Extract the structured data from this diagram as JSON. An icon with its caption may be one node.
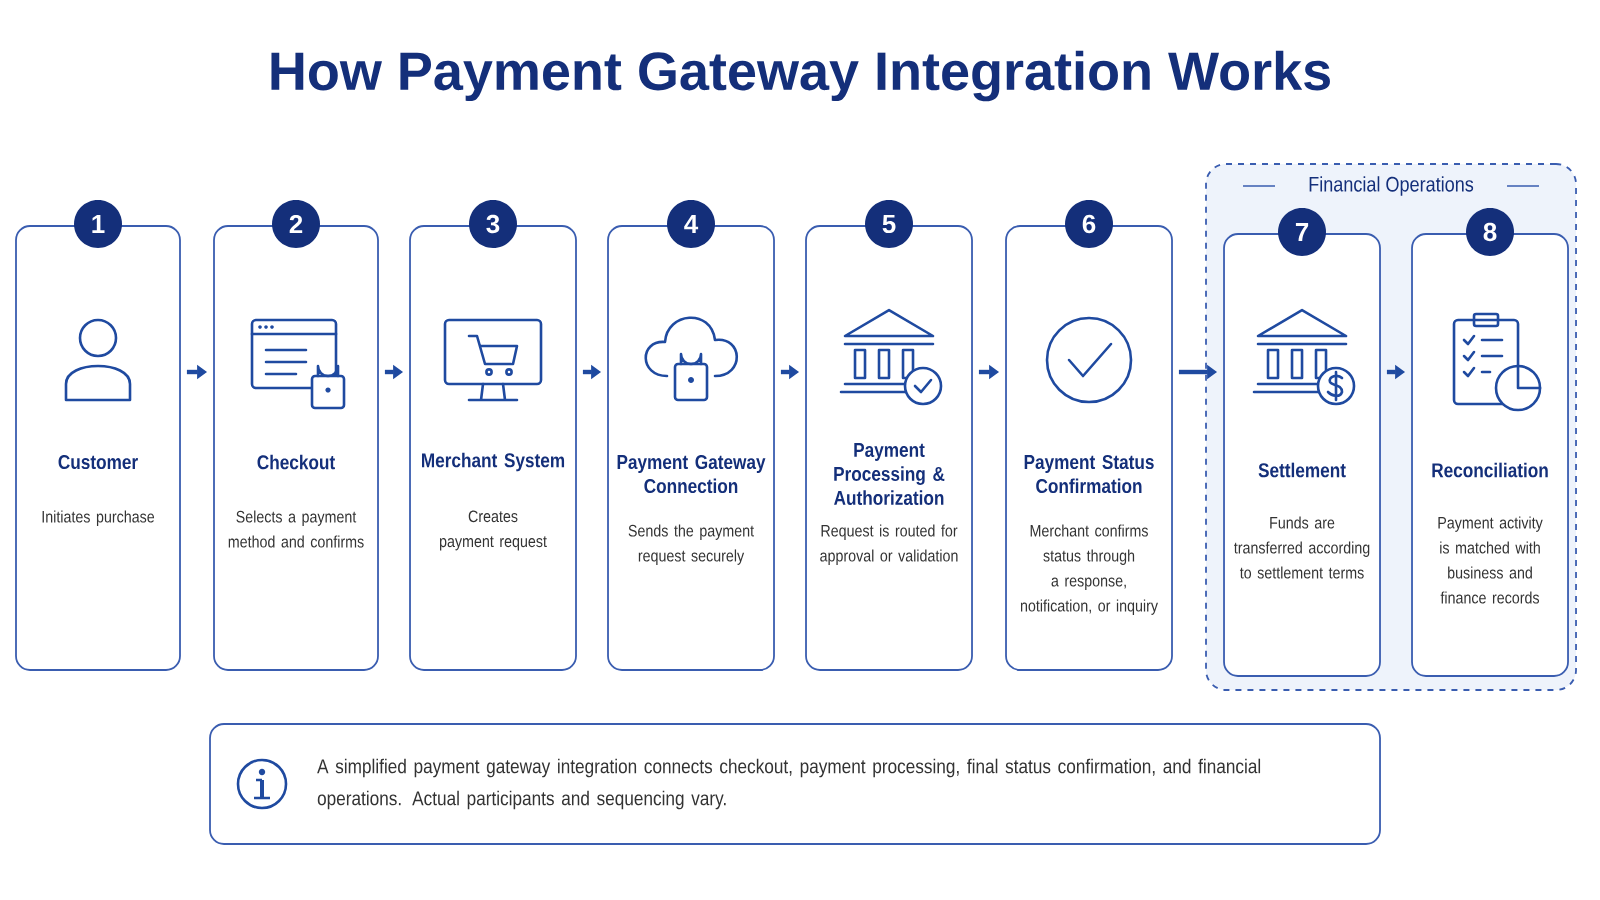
{
  "diagram": {
    "title": "How Payment Gateway Integration Works",
    "nodes": [
      {
        "text": [
          "1",
          "Customer",
          "Initiates purchase"
        ]
      },
      {
        "text": [
          "2",
          "Checkout",
          "Selects a payment method and confirms"
        ]
      },
      {
        "text": [
          "3",
          "Merchant System",
          "Creates payment request"
        ]
      },
      {
        "text": [
          "4",
          "Payment Gateway Connection",
          "Sends the payment request securely"
        ]
      },
      {
        "text": [
          "5",
          "Payment Processing & Authorization",
          "Request is routed for approval or validation"
        ]
      },
      {
        "text": [
          "6",
          "Payment Status Confirmation",
          "Merchant confirms status through a response, notification, or inquiry"
        ]
      },
      {
        "text": [
          "Financial Operations"
        ]
      },
      {
        "text": [
          "7",
          "Settlement",
          "Funds are transferred according to settlement terms"
        ],
        "in": 6
      },
      {
        "text": [
          "8",
          "Reconciliation",
          "Payment activity is matched with business and finance records"
        ],
        "in": 6
      },
      {
        "text": [
          "A simplified payment gateway integration connects checkout, payment processing, final status confirmation, and financial operations. Actual participants and sequencing vary."
        ]
      }
    ],
    "edges": [
      {
        "from": 0,
        "to": 1,
        "arrow": "to"
      },
      {
        "from": 1,
        "to": 2,
        "arrow": "to"
      },
      {
        "from": 2,
        "to": 3,
        "arrow": "to"
      },
      {
        "from": 3,
        "to": 4,
        "arrow": "to"
      },
      {
        "from": 4,
        "to": 5,
        "arrow": "to"
      },
      {
        "from": 5,
        "to": 7,
        "arrow": "to"
      },
      {
        "from": 7,
        "to": 8,
        "arrow": "to"
      }
    ]
  }
}
